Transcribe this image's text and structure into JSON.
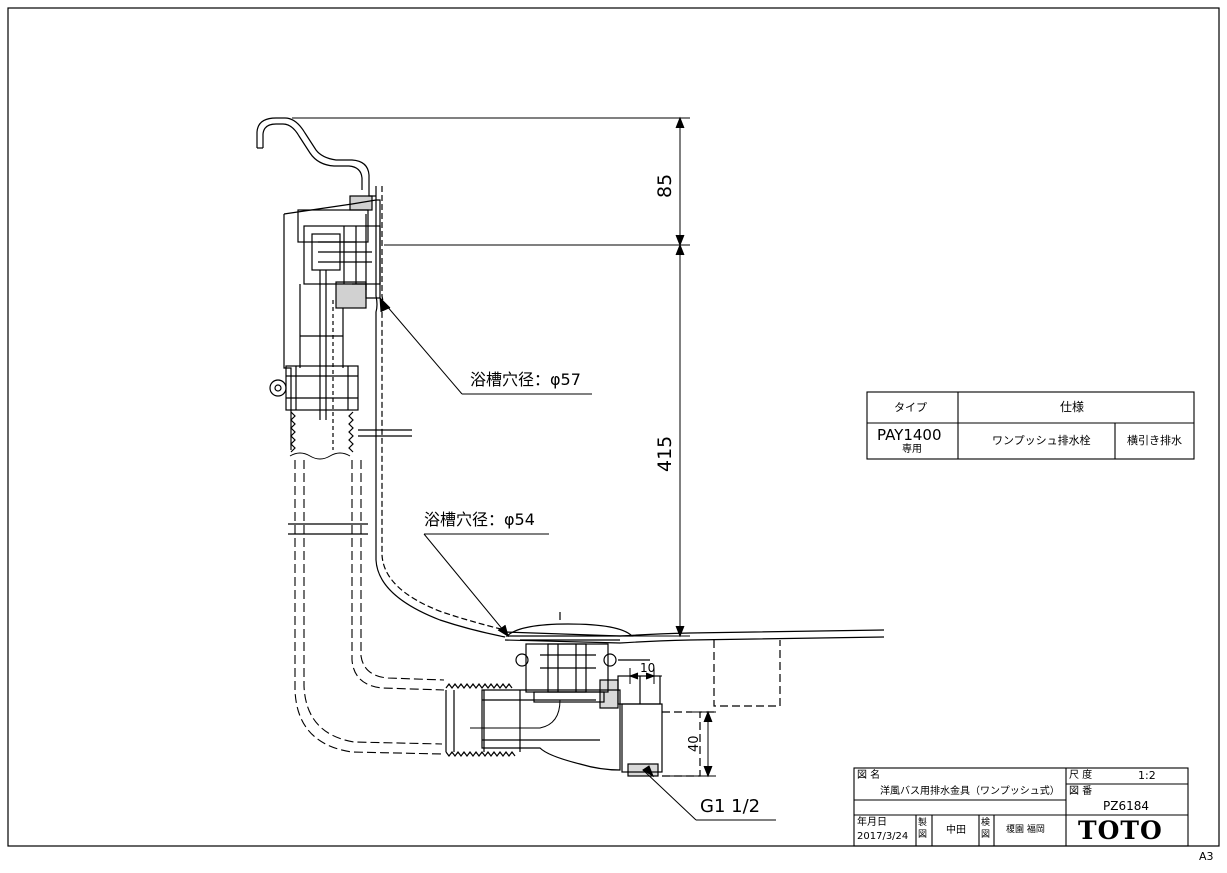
{
  "sheet": {
    "size_mark": "A3"
  },
  "dimensions": {
    "d85": "85",
    "d415": "415",
    "d10": "10",
    "d40": "40"
  },
  "callouts": {
    "hole_upper": "浴槽穴径：φ57",
    "hole_lower": "浴槽穴径：φ54",
    "thread": "G1 1/2"
  },
  "spec_table": {
    "col_type": "タイプ",
    "col_spec": "仕様",
    "type_value": "PAY1400",
    "type_note": "専用",
    "spec_1": "ワンプッシュ排水栓",
    "spec_2": "横引き排水"
  },
  "title_block": {
    "name_label": "図 名",
    "drawing_name": "洋風バス用排水金具（ワンプッシュ式）",
    "scale_label": "尺 度",
    "scale_value": "1:2",
    "number_label": "図 番",
    "number_value": "PZ6184",
    "date_label": "年月日",
    "date_value": "2017/3/24",
    "made_label": "製図",
    "made_by": "中田",
    "check_label": "検図",
    "checked_by": "榎園 福岡",
    "brand": "TOTO"
  }
}
